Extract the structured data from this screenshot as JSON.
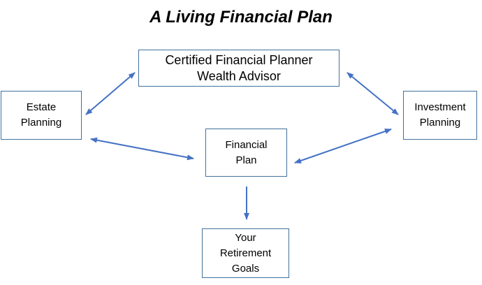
{
  "title": "A Living Financial Plan",
  "boxes": {
    "advisor": {
      "line1": "Certified Financial Planner",
      "line2": "Wealth Advisor"
    },
    "estate": {
      "line1": "Estate",
      "line2": "Planning"
    },
    "investment": {
      "line1": "Investment",
      "line2": "Planning"
    },
    "financial_plan": {
      "line1": "Financial",
      "line2": "Plan"
    },
    "retirement": {
      "line1": "Your",
      "line2": "Retirement",
      "line3": "Goals"
    }
  },
  "colors": {
    "arrow": "#4472c4",
    "box_border": "#41719c"
  }
}
